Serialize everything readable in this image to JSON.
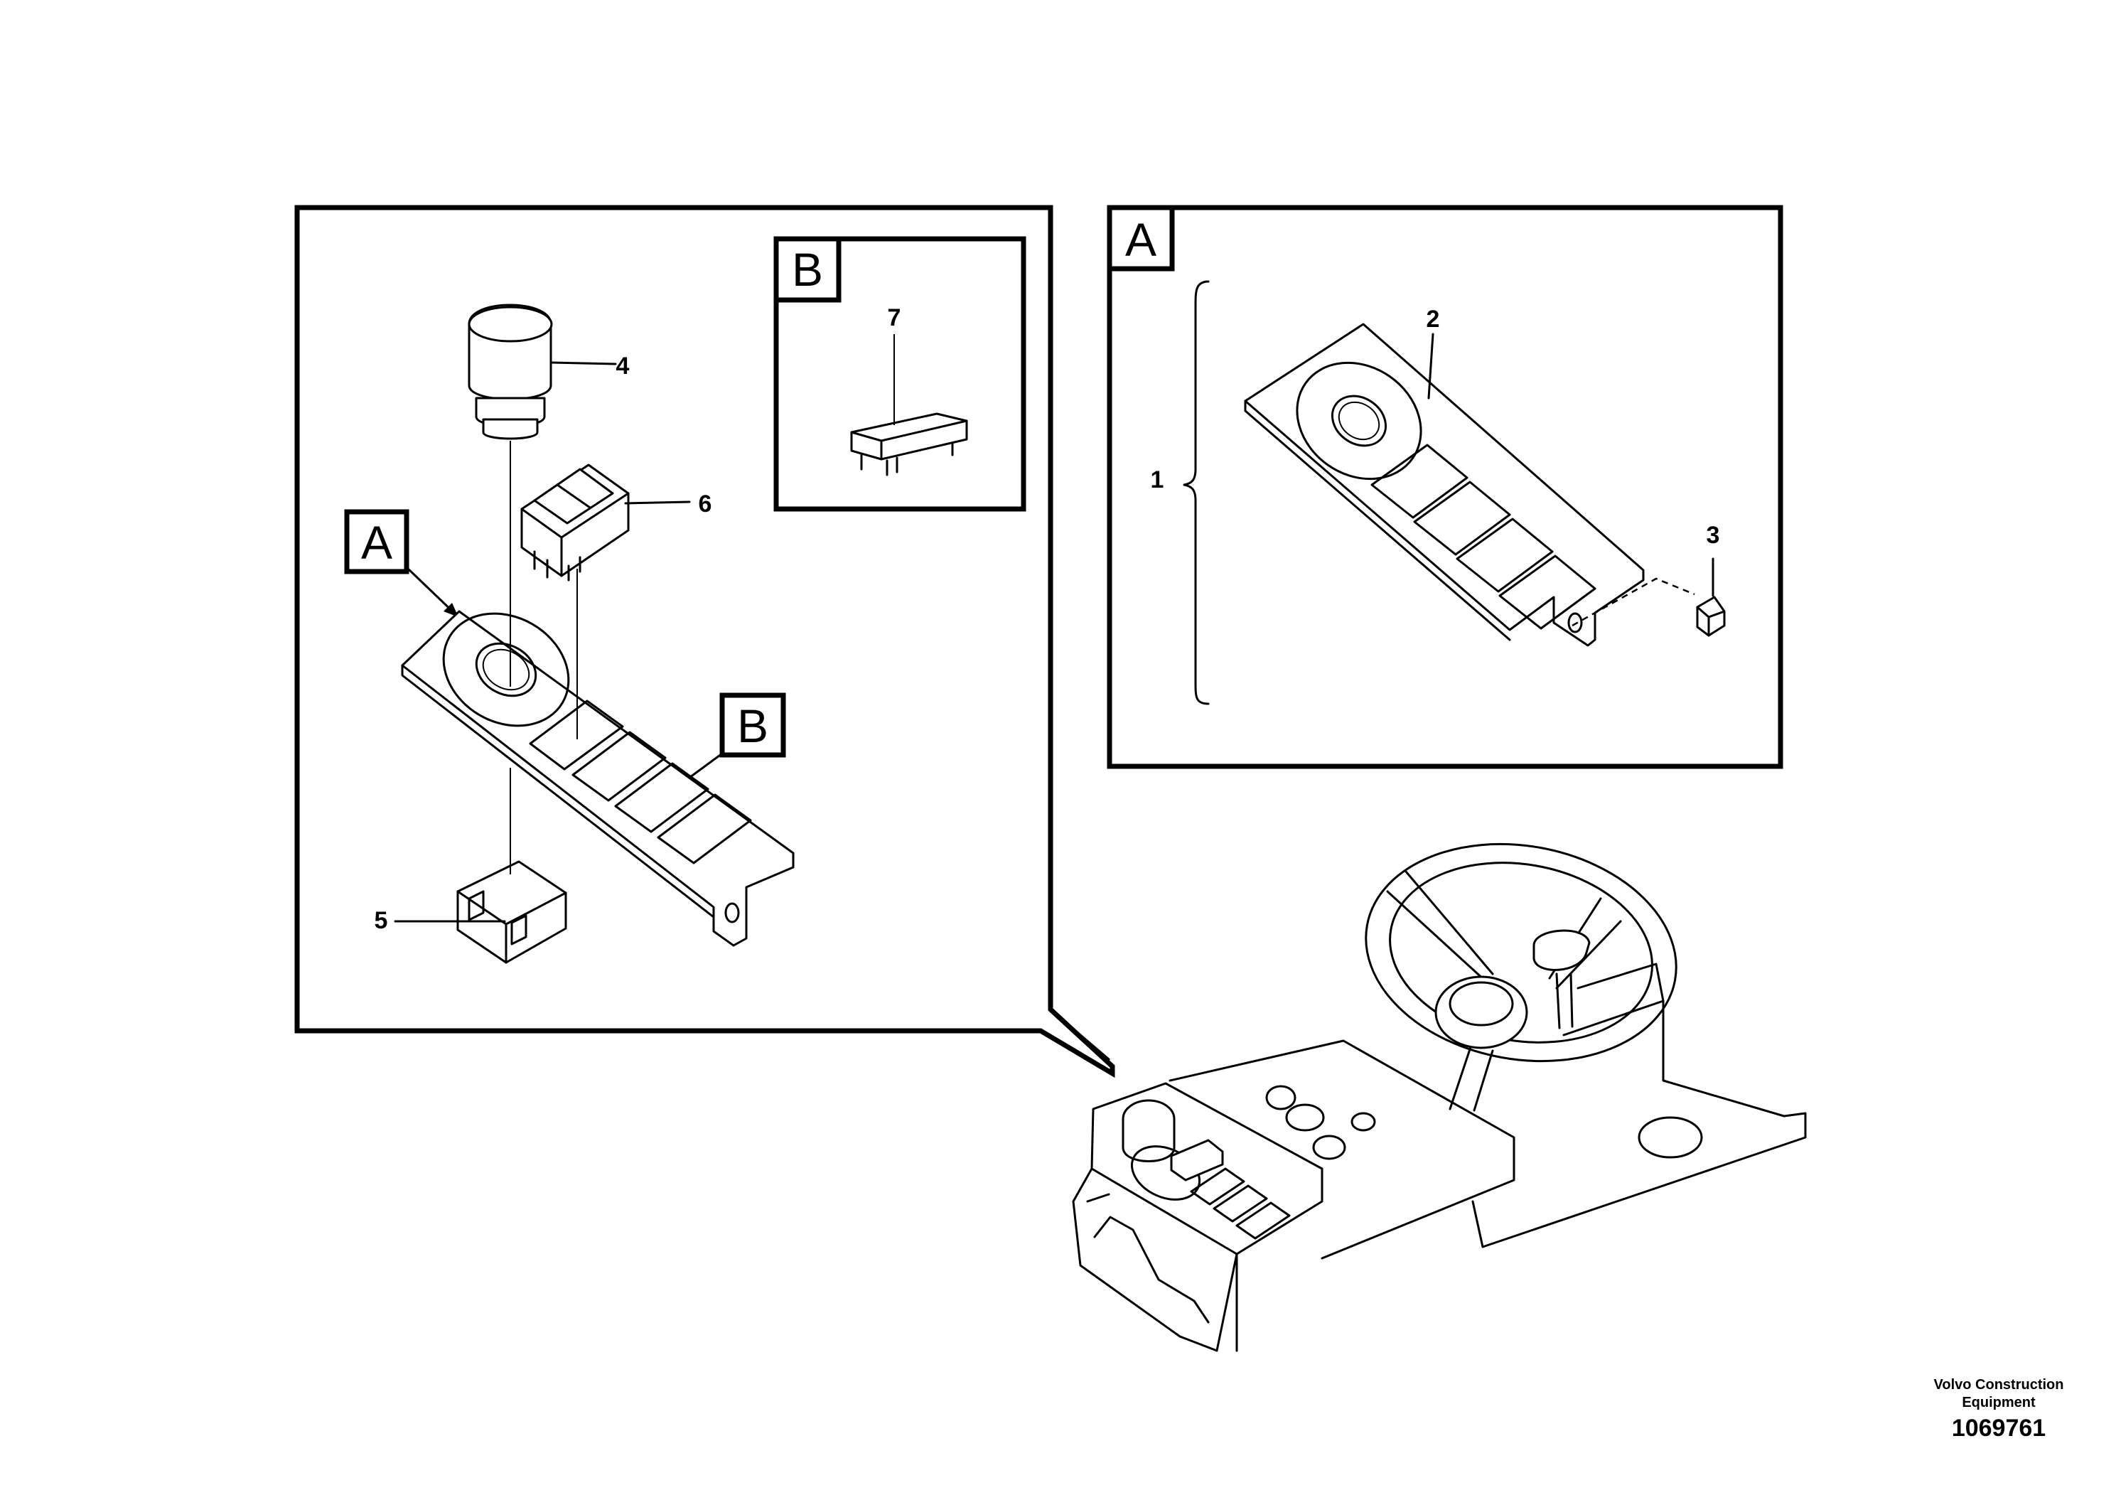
{
  "callouts": {
    "c1": "1",
    "c2": "2",
    "c3": "3",
    "c4": "4",
    "c5": "5",
    "c6": "6",
    "c7": "7"
  },
  "detail_labels": {
    "a_main": "A",
    "a_detail": "A",
    "b_main": "B",
    "b_detail": "B"
  },
  "footer": {
    "company": "Volvo Construction Equipment",
    "number": "1069761"
  }
}
